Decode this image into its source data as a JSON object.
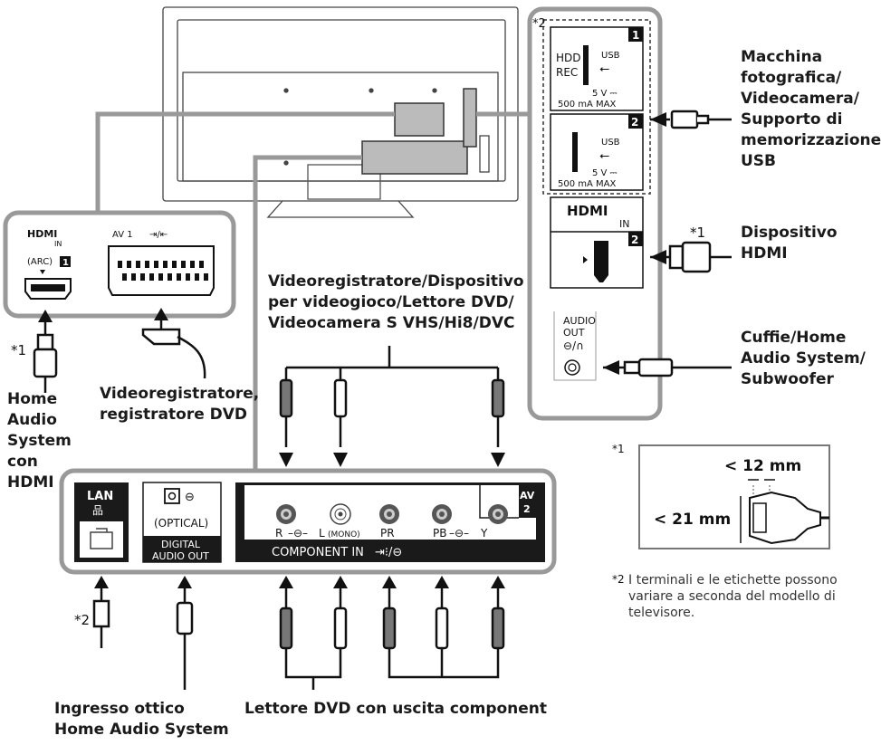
{
  "footnote_marks": {
    "star1": "*1",
    "star2": "*2"
  },
  "devices": {
    "camera": [
      "Macchina",
      "fotografica/",
      "Videocamera/",
      "Supporto di",
      "memorizzazione",
      "USB"
    ],
    "hdmi_device": [
      "Dispositivo",
      "HDMI"
    ],
    "headphones": [
      "Cuffie/Home",
      "Audio System/",
      "Subwoofer"
    ],
    "home_audio_hdmi": [
      "Home",
      "Audio",
      "System",
      "con",
      "HDMI"
    ],
    "vcr_dvd_recorder": [
      "Videoregistratore,",
      "registratore DVD"
    ],
    "vcr_game": [
      "Videoregistratore/Dispositivo",
      "per videogioco/Lettore DVD/",
      "Videocamera S VHS/Hi8/DVC"
    ],
    "optical_input": [
      "Ingresso ottico",
      "Home Audio System"
    ],
    "dvd_component": "Lettore DVD con uscita component"
  },
  "ports": {
    "usb1_num": "1",
    "usb1_hdd": "HDD",
    "usb1_rec": "REC",
    "usb_label": "USB",
    "usb_power": "5 V ⎓",
    "usb_current": "500 mA MAX",
    "usb2_num": "2",
    "hdmi_logo": "HDMI",
    "hdmi_in": "IN",
    "hdmi2_num": "2",
    "audio_out_1": "AUDIO",
    "audio_out_2": "OUT",
    "hdmi1_arc": "(ARC)",
    "hdmi1_num": "1",
    "av1_label": "AV 1",
    "lan_label": "LAN",
    "optical_label": "(OPTICAL)",
    "digital_audio_1": "DIGITAL",
    "digital_audio_2": "AUDIO OUT",
    "r_label": "R",
    "l_mono_label": "L",
    "mono_label": "(MONO)",
    "pr_label": "PR",
    "pb_label": "PB",
    "y_label": "Y",
    "av2_label_1": "AV",
    "av2_label_2": "2",
    "component_in": "COMPONENT IN"
  },
  "plug_note": {
    "mark": "*1",
    "w": "< 12 mm",
    "h": "< 21 mm"
  },
  "terminal_note": {
    "mark": "*2",
    "text": [
      "I terminali e le etichette possono",
      "variare a seconda del modello di",
      "televisore."
    ]
  },
  "colors": {
    "line": "#222222",
    "panel_dark": "#1a1a1a",
    "panel_grey": "#9a9a9a",
    "tv_line": "#444444"
  }
}
